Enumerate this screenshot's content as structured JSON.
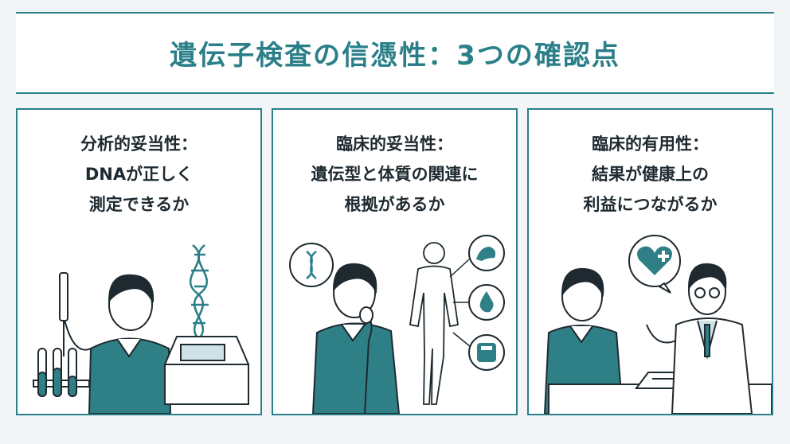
{
  "title": "遺伝子検査の信憑性：3つの確認点",
  "colors": {
    "accent": "#2a7f88",
    "sweater": "#2f7f87",
    "text": "#1e2a30",
    "background": "#f1f5f7"
  },
  "panels": [
    {
      "lines": [
        "分析的妥当性：",
        "DNAが正しく",
        "測定できるか"
      ],
      "icons": [
        "dna-icon",
        "pipette-icon",
        "test-tubes-icon",
        "analyzer-machine-icon"
      ]
    },
    {
      "lines": [
        "臨床的妥当性：",
        "遺伝型と体質の関連に",
        "根拠があるか"
      ],
      "icons": [
        "dna-icon",
        "body-outline-icon",
        "muscle-icon",
        "water-drop-icon",
        "scale-icon"
      ]
    },
    {
      "lines": [
        "臨床的有用性：",
        "結果が健康上の",
        "利益につながるか"
      ],
      "icons": [
        "heart-plus-icon",
        "doctor-icon",
        "clipboard-icon"
      ]
    }
  ]
}
